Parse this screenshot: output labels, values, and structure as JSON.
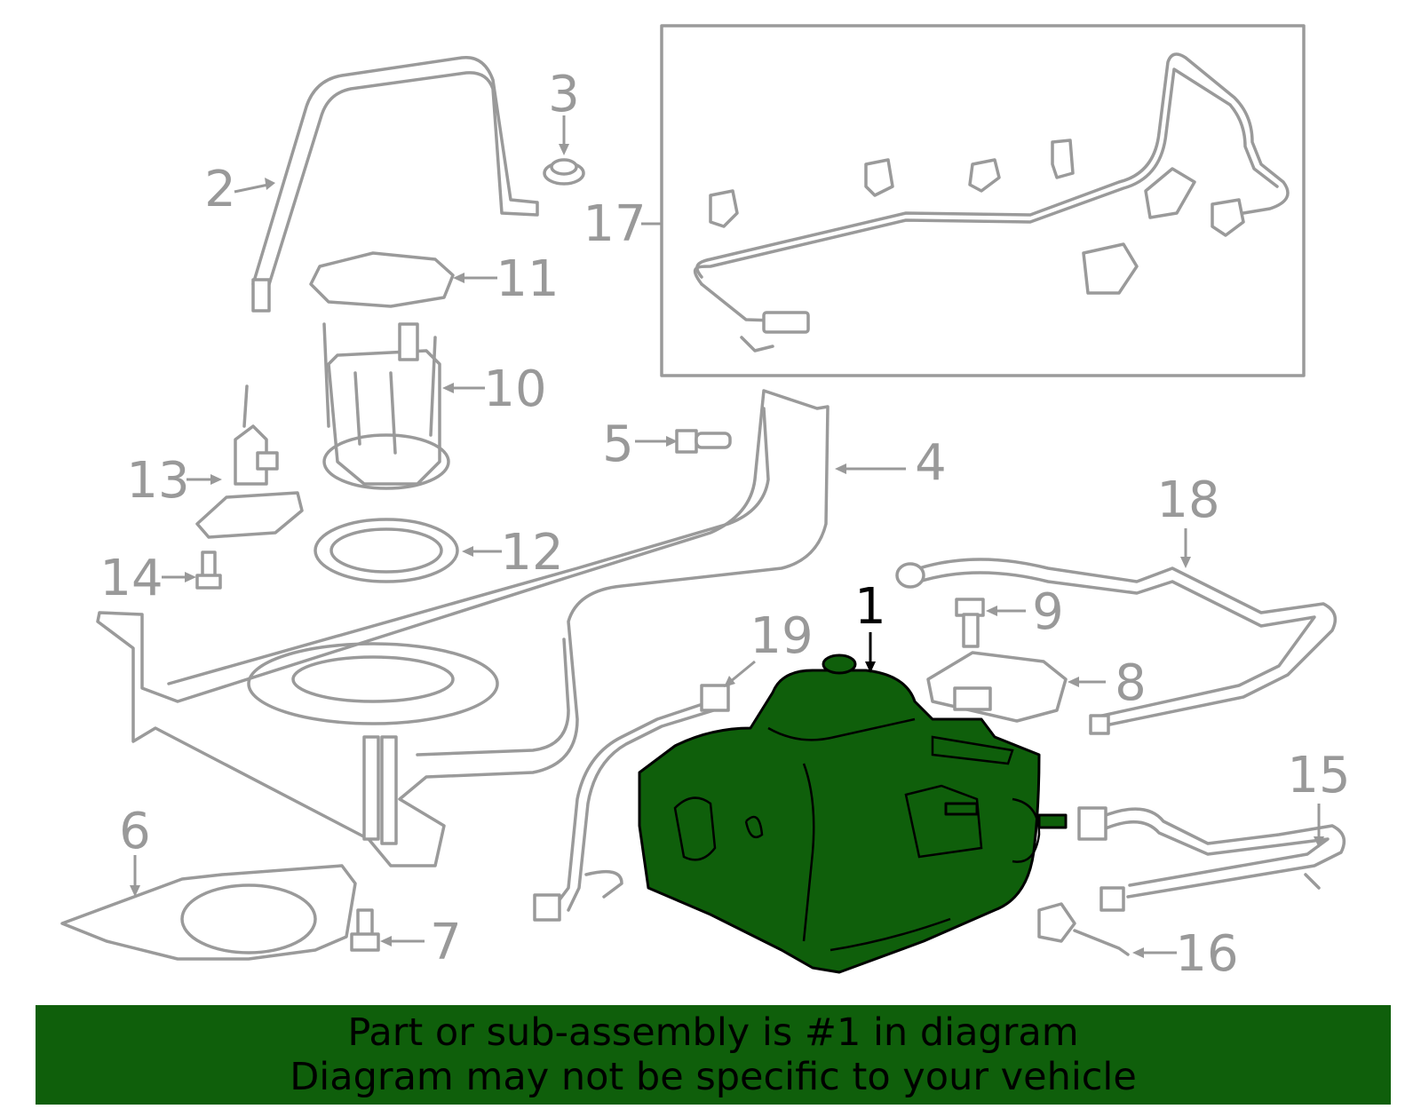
{
  "callouts": {
    "c1": "1",
    "c2": "2",
    "c3": "3",
    "c4": "4",
    "c5": "5",
    "c6": "6",
    "c7": "7",
    "c8": "8",
    "c9": "9",
    "c10": "10",
    "c11": "11",
    "c12": "12",
    "c13": "13",
    "c14": "14",
    "c15": "15",
    "c16": "16",
    "c17": "17",
    "c18": "18",
    "c19": "19"
  },
  "highlighted_part": "1",
  "colors": {
    "highlight": "#0f5f0b",
    "outline": "#9a9a9a",
    "background": "#ffffff"
  },
  "banner": {
    "line1": "Part or sub-assembly is #1 in diagram",
    "line2": "Diagram may not be specific to your vehicle"
  }
}
